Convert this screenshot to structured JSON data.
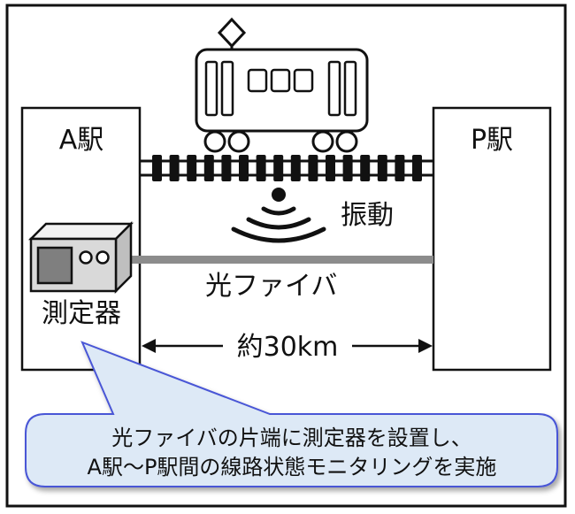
{
  "station_a": {
    "label": "A駅"
  },
  "station_p": {
    "label": "P駅"
  },
  "vibration": {
    "label": "振動"
  },
  "fiber": {
    "label": "光ファイバ"
  },
  "device": {
    "label": "測定器"
  },
  "distance": {
    "label": "約30km"
  },
  "callout": {
    "line1": "光ファイバの片端に測定器を設置し、",
    "line2": "A駅〜P駅間の線路状態モニタリングを実施"
  },
  "colors": {
    "outline": "#111111",
    "fiber": "#8c8c8c",
    "device_body": "#d9d9d9",
    "device_screen": "#7f7f7f",
    "callout_fill": "#dde9f6",
    "callout_border": "#4a57d6"
  }
}
